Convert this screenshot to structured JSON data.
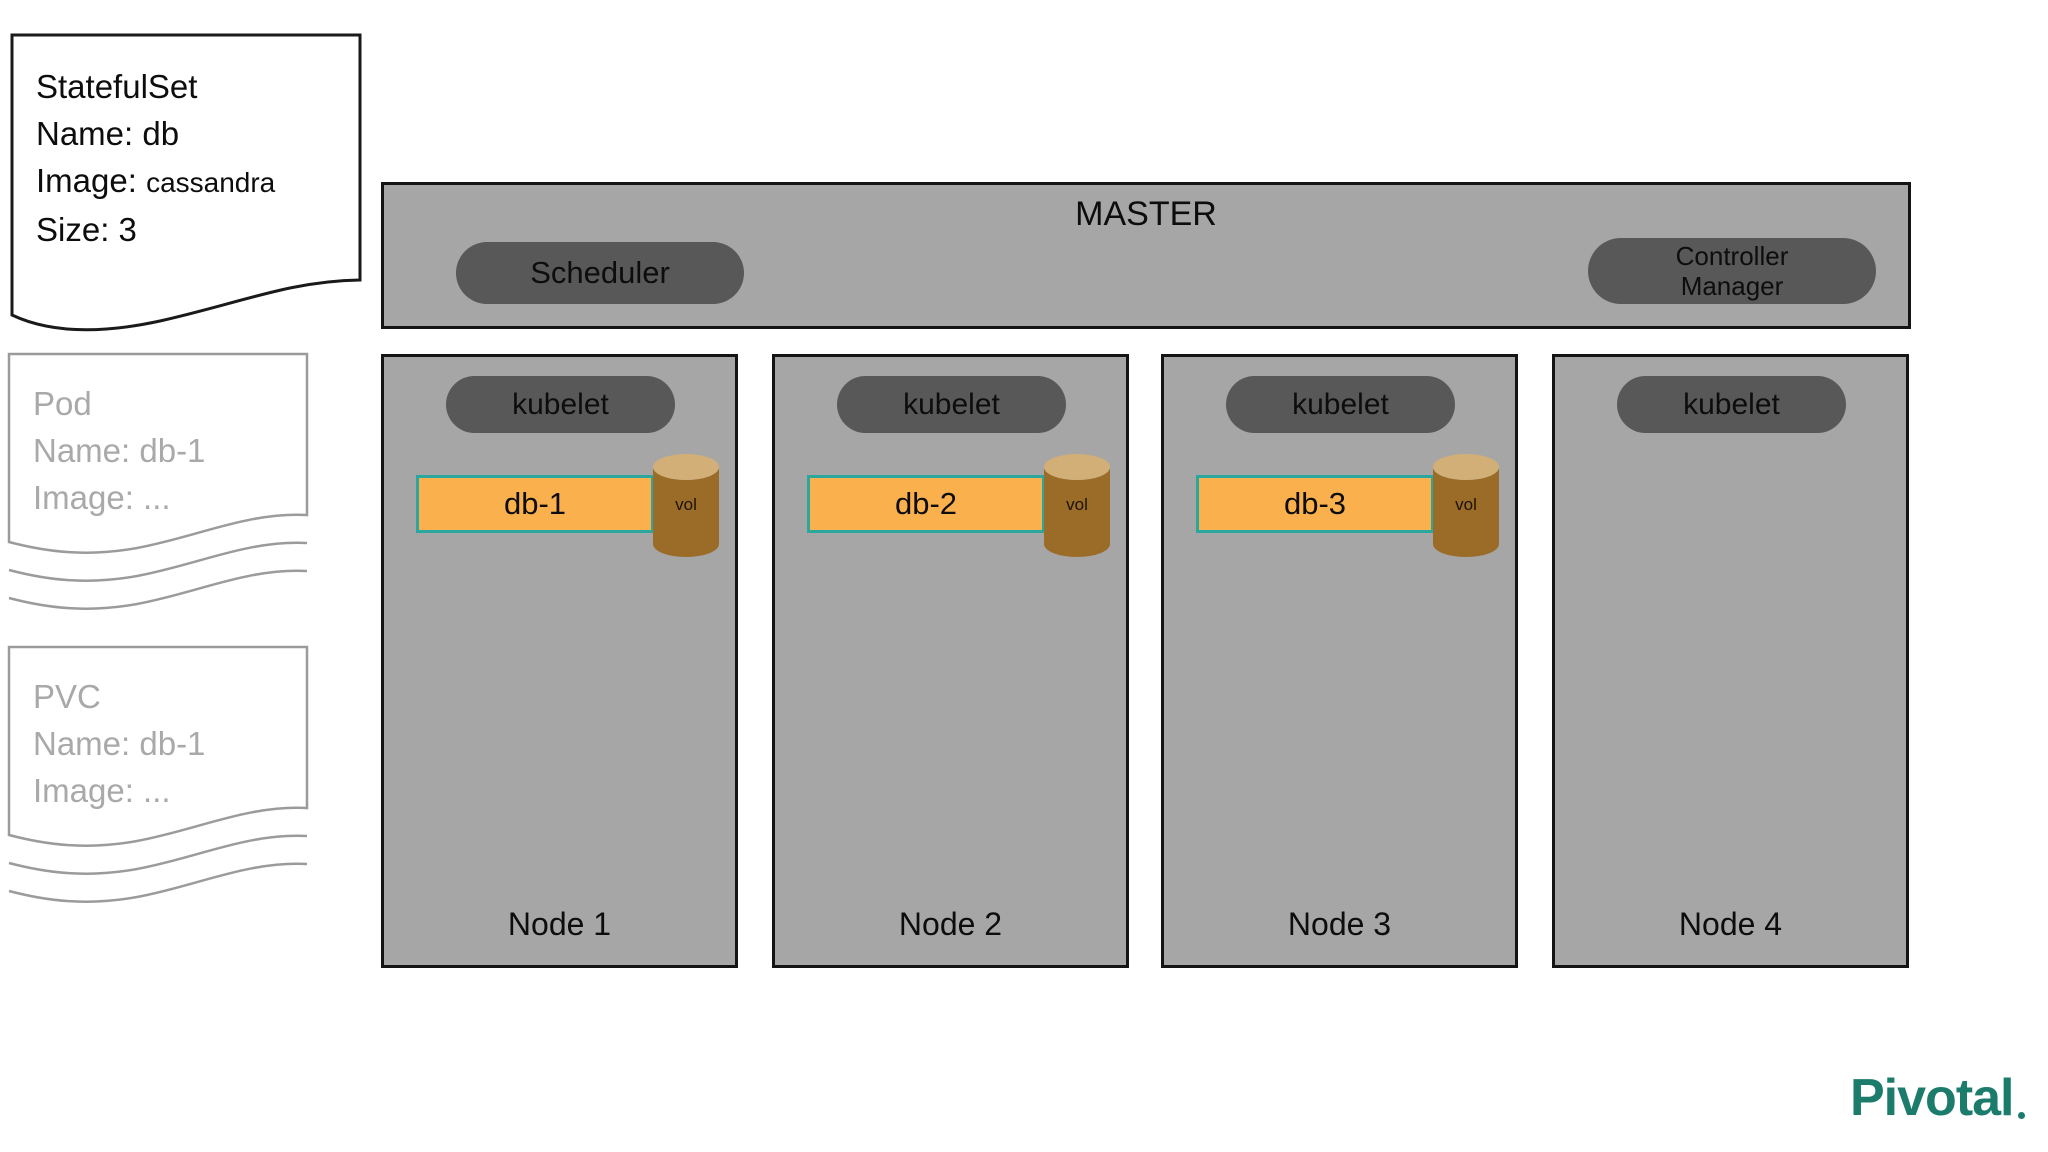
{
  "colors": {
    "panel-gray": "#a6a6a6",
    "pill-dark": "#585858",
    "pod-orange": "#fbb04e",
    "pod-border": "#2aa8a0",
    "cyl-body": "#9a6c28",
    "cyl-top": "#d2af76",
    "note-gray": "#a9a9a9",
    "logo-teal": "#1c7c6c"
  },
  "statefulset_note": {
    "title": "StatefulSet",
    "name_line": "Name: db",
    "image_label": "Image:",
    "image_value": "cassandra",
    "size_line": "Size: 3"
  },
  "pod_note": {
    "title": "Pod",
    "name_line": "Name: db-1",
    "image_line": "Image: ..."
  },
  "pvc_note": {
    "title": "PVC",
    "name_line": "Name: db-1",
    "image_line": "Image: ..."
  },
  "master": {
    "title": "MASTER",
    "scheduler_label": "Scheduler",
    "controller_manager_label": "Controller Manager"
  },
  "nodes": [
    {
      "label": "Node 1",
      "kubelet_label": "kubelet",
      "pod": {
        "name": "db-1",
        "vol_label": "vol"
      }
    },
    {
      "label": "Node 2",
      "kubelet_label": "kubelet",
      "pod": {
        "name": "db-2",
        "vol_label": "vol"
      }
    },
    {
      "label": "Node 3",
      "kubelet_label": "kubelet",
      "pod": {
        "name": "db-3",
        "vol_label": "vol"
      }
    },
    {
      "label": "Node 4",
      "kubelet_label": "kubelet",
      "pod": null
    }
  ],
  "logo": {
    "text": "Pivotal"
  }
}
